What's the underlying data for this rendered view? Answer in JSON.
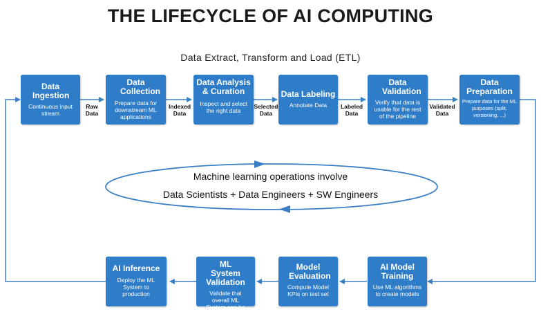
{
  "title": "THE LIFECYCLE OF AI COMPUTING",
  "subtitle": "Data Extract, Transform and Load (ETL)",
  "top_row": [
    {
      "title": "Data Ingestion",
      "desc": "Continuous input stream"
    },
    {
      "title": "Data Collection",
      "desc": "Prepare data for downstream ML applications"
    },
    {
      "title": "Data Analysis & Curation",
      "desc": "Inspect and select the right data"
    },
    {
      "title": "Data Labeling",
      "desc": "Annotate Data"
    },
    {
      "title": "Data Validation",
      "desc": "Verify that data is usable for the rest of the pipeline"
    },
    {
      "title": "Data Preparation",
      "desc": "Prepare data for the ML purposes (split, versioning, ...)"
    }
  ],
  "top_flow_labels": [
    "Raw Data",
    "Indexed Data",
    "Selected Data",
    "Labeled Data",
    "Validated Data"
  ],
  "bottom_row": [
    {
      "title": "AI Inference",
      "desc": "Deploy the ML System to production"
    },
    {
      "title": "ML System Validation",
      "desc": "Validate that overall ML System can be deployed"
    },
    {
      "title": "Model Evaluation",
      "desc": "Compute Model KPIs on test set"
    },
    {
      "title": "AI Model Training",
      "desc": "Use ML algorithms to create models"
    }
  ],
  "center": {
    "line1": "Machine learning operations involve",
    "line2": "Data Scientists + Data Engineers + SW Engineers"
  },
  "colors": {
    "box": "#2f7cc8",
    "line": "#3a7fc4"
  }
}
